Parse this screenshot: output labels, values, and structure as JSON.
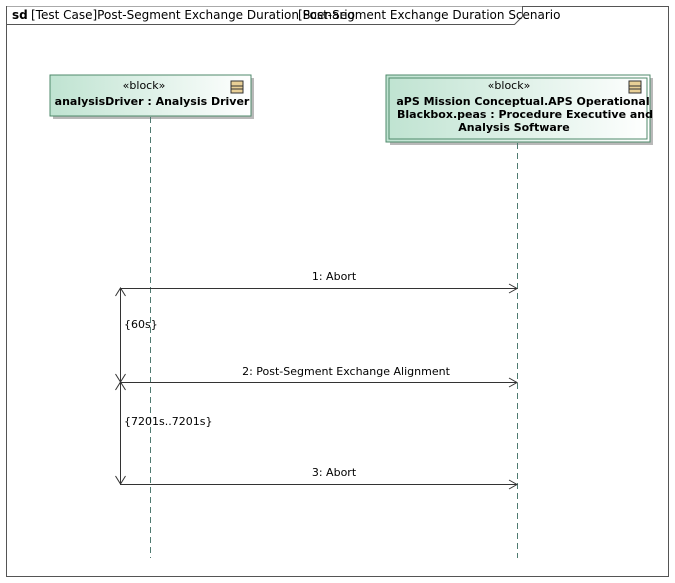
{
  "frame": {
    "keyword": "sd",
    "title_part1": "[Test Case]Post-Segment Exchange Duration Scenario",
    "title_part2": "[Post-Segment Exchange Duration Scenario"
  },
  "lifelines": [
    {
      "stereotype": "«block»",
      "name_lines": [
        "analysisDriver : Analysis Driver"
      ]
    },
    {
      "stereotype": "«block»",
      "name_lines": [
        "aPS Mission Conceptual.APS Operational",
        "Blackbox.peas : Procedure Executive and",
        "Analysis Software"
      ]
    }
  ],
  "messages": [
    {
      "label": "1: Abort"
    },
    {
      "label": "2: Post-Segment Exchange Alignment"
    },
    {
      "label": "3: Abort"
    }
  ],
  "durations": [
    {
      "label": "{60s}"
    },
    {
      "label": "{7201s..7201s}"
    }
  ],
  "colors": {
    "block_fill_start": "#bfe3d1",
    "block_fill_end": "#ffffff",
    "block_border": "#4f8a6b",
    "lifeline": "#4f7a70",
    "line": "#333333"
  }
}
